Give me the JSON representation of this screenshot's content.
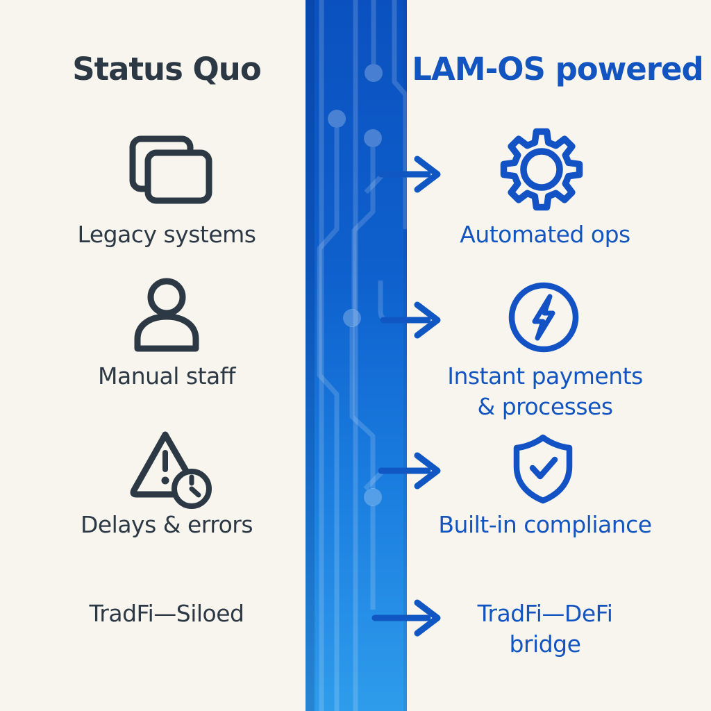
{
  "left_column": {
    "heading": "Status Quo",
    "items": [
      {
        "icon": "legacy-systems-icon",
        "label": "Legacy systems"
      },
      {
        "icon": "person-icon",
        "label": "Manual staff"
      },
      {
        "icon": "warning-clock-icon",
        "label": "Delays & errors"
      },
      {
        "icon": "none",
        "label": "TradFi—Siloed"
      }
    ]
  },
  "right_column": {
    "heading": "LAM-OS powered",
    "items": [
      {
        "icon": "gear-icon",
        "lines": [
          "Automated ops"
        ]
      },
      {
        "icon": "lightning-icon",
        "lines": [
          "Instant payments",
          "& processes"
        ]
      },
      {
        "icon": "shield-check-icon",
        "lines": [
          "Built-in compliance"
        ]
      },
      {
        "icon": "none",
        "lines": [
          "TradFi—DeFi",
          "bridge"
        ]
      }
    ]
  },
  "divider": {
    "style": "circuit-board-band",
    "arrow_count": 4,
    "gradient_top": "#0a51bf",
    "gradient_bottom": "#2f9ceb"
  },
  "colors": {
    "background": "#f8f5ee",
    "dark_navy": "#2c3945",
    "accent_blue": "#1254c0",
    "arrow_blue": "#1157c4"
  }
}
